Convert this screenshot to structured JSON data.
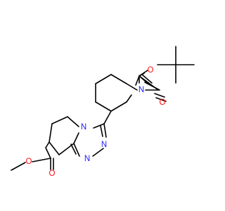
{
  "molecule": {
    "atom_colors": {
      "O": "#ff0d0d",
      "N": "#1a1aff",
      "C": "#000000"
    },
    "labels": {
      "o_ester_carbonyl": "O",
      "o_ester_single": "O",
      "o_boc_single": "O",
      "o_boc_carbonyl": "O",
      "n_piperidine": "N",
      "n_bridgehead": "N",
      "n_triazole_a": "N",
      "n_triazole_b": "N"
    }
  }
}
